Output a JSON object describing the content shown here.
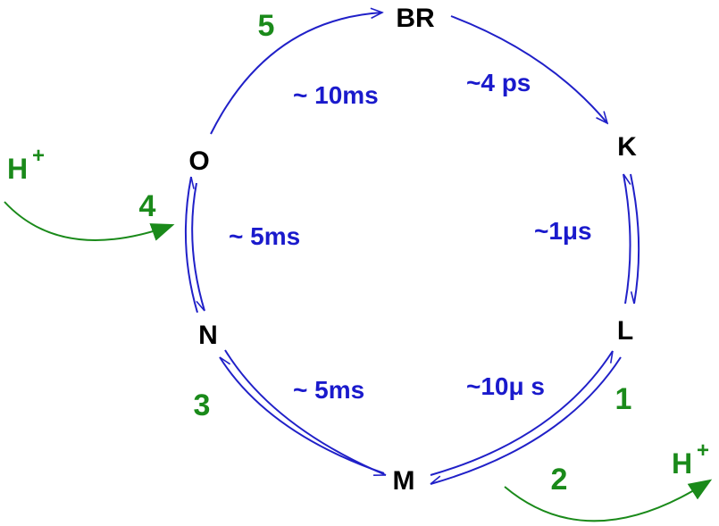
{
  "colors": {
    "state": "#000000",
    "rate": "#1a1acc",
    "step": "#1a8a1a",
    "arrow_blue": "#2020c8",
    "arrow_green": "#1a8a1a"
  },
  "states": {
    "br": "BR",
    "k": "K",
    "l": "L",
    "m": "M",
    "n": "N",
    "o": "O"
  },
  "rates": {
    "br_k": "~4 ps",
    "k_l": "~1μs",
    "l_m": "~10μ s",
    "m_n": "~ 5ms",
    "n_o": "~ 5ms",
    "o_br": "~ 10ms"
  },
  "steps": {
    "s1": "1",
    "s2": "2",
    "s3": "3",
    "s4": "4",
    "s5": "5"
  },
  "protons": {
    "release": {
      "base": "H",
      "charge": "+"
    },
    "uptake": {
      "base": "H",
      "charge": "+"
    }
  }
}
